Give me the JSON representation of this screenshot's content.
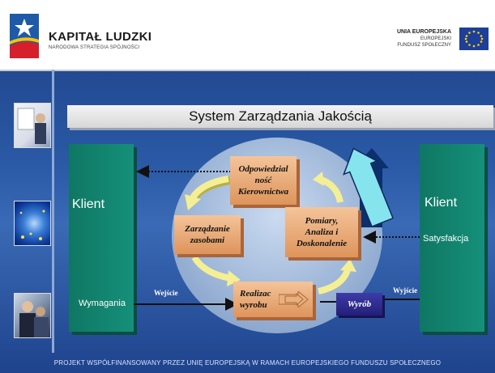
{
  "header": {
    "program_title": "KAPITAŁ LUDZKI",
    "program_subtitle": "NARODOWA STRATEGIA SPÓJNOŚCI",
    "eu_line1": "UNIA EUROPEJSKA",
    "eu_line2": "EUROPEJSKI",
    "eu_line3": "FUNDUSZ SPOŁECZNY"
  },
  "diagram": {
    "title": "System Zarządzania Jakością",
    "client_left": "Klient",
    "client_right": "Klient",
    "requirements": "Wymagania",
    "satisfaction": "Satysfakcja",
    "input_label": "Wejście",
    "output_label": "Wyjście",
    "product": "Wyrób",
    "boxes": {
      "management_line1": "Odpowiedzial",
      "management_line2": "ność",
      "management_line3": "Kierownictwa",
      "resources_line1": "Zarządzanie",
      "resources_line2": "zasobami",
      "measurement_line1": "Pomiary,",
      "measurement_line2": "Analiza i",
      "measurement_line3": "Doskonalenie",
      "realization_line1": "Realizac",
      "realization_line2": "wyrobu"
    }
  },
  "footer": {
    "text": "PROJEKT WSPÓŁFINANSOWANY PRZEZ UNIĘ EUROPEJSKĄ W RAMACH EUROPEJSKIEGO FUNDUSZU SPOŁECZNEGO"
  },
  "colors": {
    "background": "#1d3f86",
    "client_block": "#15907a",
    "process_box": "#de945b",
    "product_box": "#231f7a",
    "flow_arrow": "#f2ee9a",
    "improvement_arrow": "#7fe3ef"
  }
}
